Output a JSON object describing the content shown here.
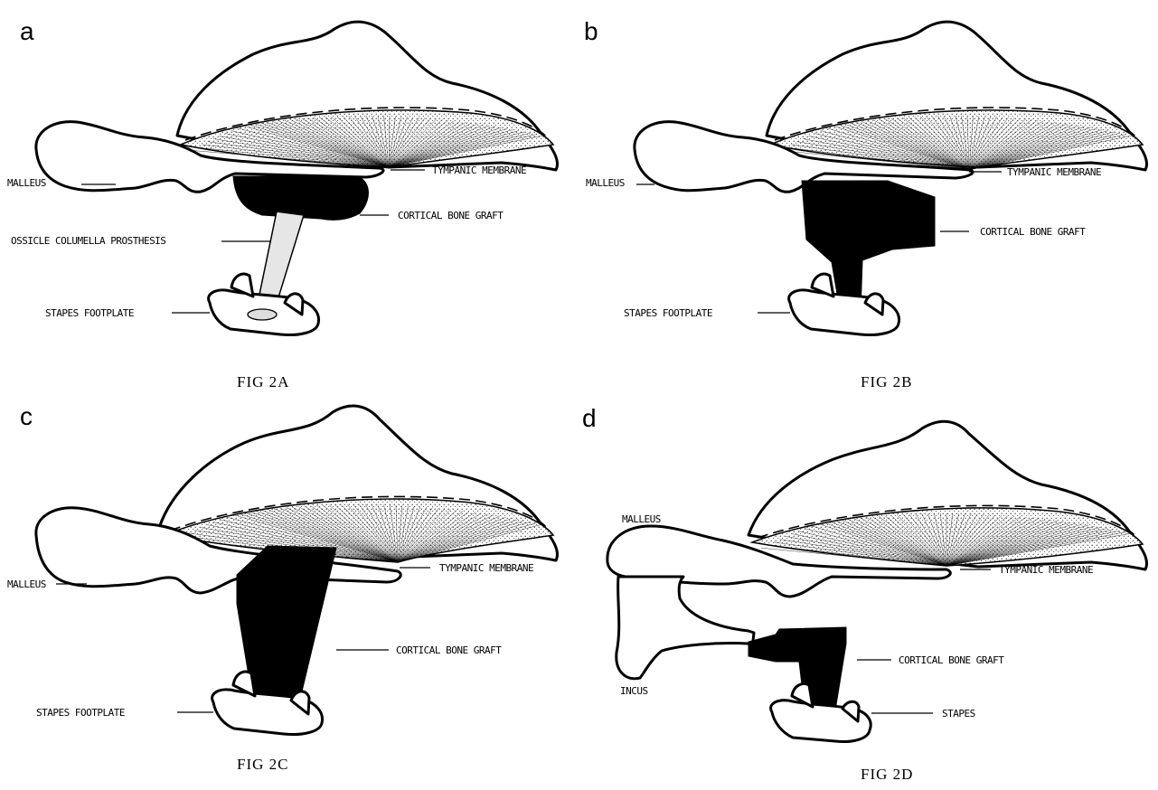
{
  "panels": [
    {
      "letter": "a",
      "caption": "FIG 2A",
      "labels": {
        "malleus": "MALLEUS",
        "tympanic_membrane": "TYMPANIC MEMBRANE",
        "cortical_bone_graft": "CORTICAL BONE GRAFT",
        "prosthesis": "OSSICLE COLUMELLA PROSTHESIS",
        "footplate": "STAPES FOOTPLATE"
      }
    },
    {
      "letter": "b",
      "caption": "FIG 2B",
      "labels": {
        "malleus": "MALLEUS",
        "tympanic_membrane": "TYMPANIC MEMBRANE",
        "cortical_bone_graft": "CORTICAL BONE GRAFT",
        "footplate": "STAPES FOOTPLATE"
      }
    },
    {
      "letter": "c",
      "caption": "FIG 2C",
      "labels": {
        "malleus": "MALLEUS",
        "tympanic_membrane": "TYMPANIC MEMBRANE",
        "cortical_bone_graft": "CORTICAL BONE GRAFT",
        "footplate": "STAPES FOOTPLATE"
      }
    },
    {
      "letter": "d",
      "caption": "FIG 2D",
      "labels": {
        "malleus": "MALLEUS",
        "tympanic_membrane": "TYMPANIC MEMBRANE",
        "cortical_bone_graft": "CORTICAL BONE GRAFT",
        "incus": "INCUS",
        "stapes": "STAPES"
      }
    }
  ]
}
